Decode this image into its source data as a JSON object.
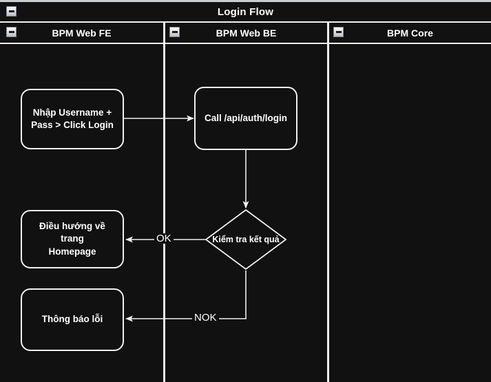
{
  "diagram": {
    "pool_title": "Login Flow",
    "collapse_icon_name": "collapse-minus-icon",
    "lanes": [
      {
        "id": "fe",
        "label": "BPM Web FE"
      },
      {
        "id": "be",
        "label": "BPM Web BE"
      },
      {
        "id": "core",
        "label": "BPM Core"
      }
    ],
    "nodes": [
      {
        "id": "n1",
        "lane": "fe",
        "type": "task",
        "label": "Nhập Username +\nPass > Click Login"
      },
      {
        "id": "n2",
        "lane": "be",
        "type": "task",
        "label": "Call /api/auth/login"
      },
      {
        "id": "n3",
        "lane": "be",
        "type": "decision",
        "label": "Kiểm tra kết quả"
      },
      {
        "id": "n4",
        "lane": "fe",
        "type": "task",
        "label": "Điều hướng về trang\nHomepage"
      },
      {
        "id": "n5",
        "lane": "fe",
        "type": "task",
        "label": "Thông báo lỗi"
      }
    ],
    "edges": [
      {
        "id": "e1",
        "from": "n1",
        "to": "n2",
        "label": ""
      },
      {
        "id": "e2",
        "from": "n2",
        "to": "n3",
        "label": ""
      },
      {
        "id": "e3",
        "from": "n3",
        "to": "n4",
        "label": "OK"
      },
      {
        "id": "e4",
        "from": "n3",
        "to": "n5",
        "label": "NOK"
      }
    ],
    "colors": {
      "background": "#111111",
      "stroke": "#f0f0f0",
      "text": "#ffffff",
      "chrome": "#c9ccd1"
    }
  }
}
